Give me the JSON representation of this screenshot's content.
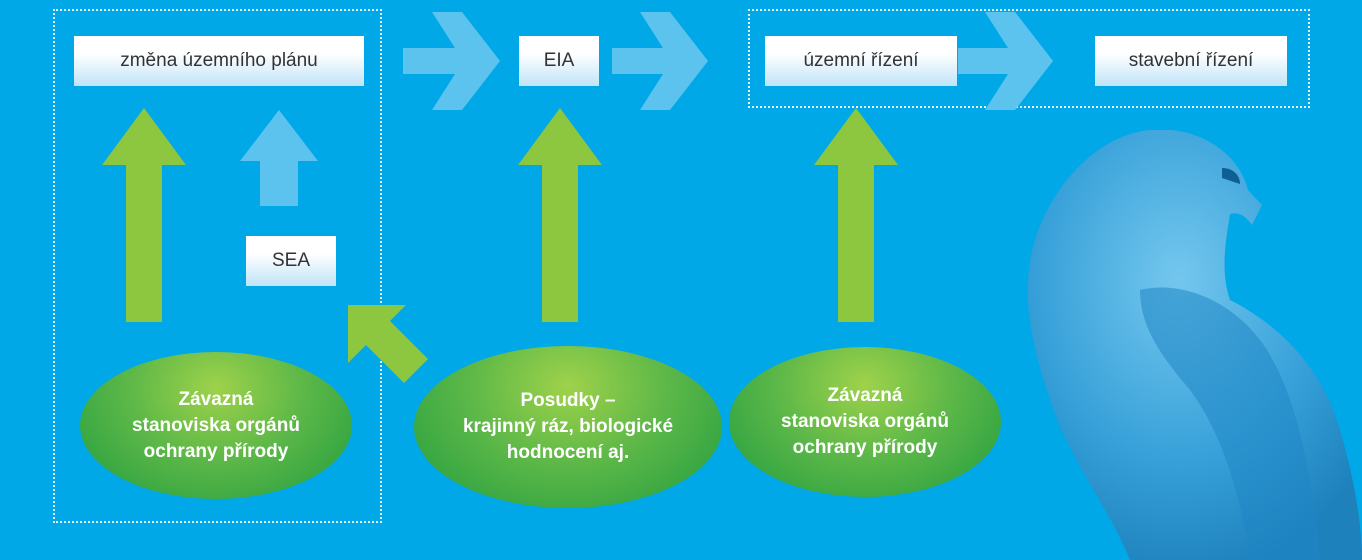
{
  "nodes": {
    "zmena": "změna územního plánu",
    "eia": "EIA",
    "uzemni": "územní řízení",
    "stavebni": "stavební řízení",
    "sea": "SEA"
  },
  "ellipses": {
    "left": [
      "Závazná",
      "stanoviska orgánů",
      "ochrany přírody"
    ],
    "middle": [
      "Posudky –",
      "krajinný ráz, biologické",
      "hodnocení aj."
    ],
    "right": [
      "Závazná",
      "stanoviska orgánů",
      "ochrany přírody"
    ]
  },
  "colors": {
    "background": "#00a8e8",
    "flow_arrow": "#5cc3ef",
    "green_arrow": "#8dc63f",
    "box_text": "#333333"
  }
}
